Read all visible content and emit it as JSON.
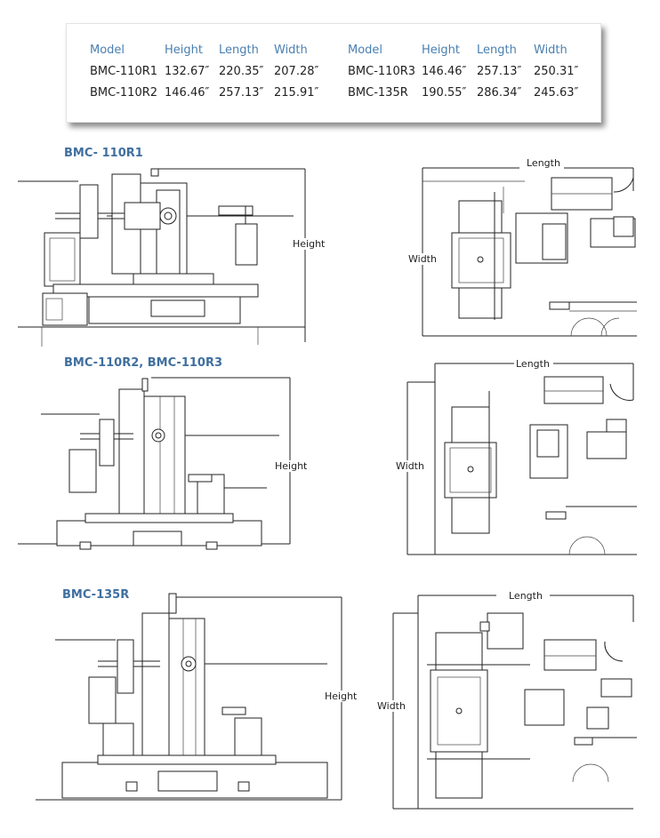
{
  "spec_table": {
    "headers": [
      "Model",
      "Height",
      "Length",
      "Width"
    ],
    "left_rows": [
      [
        "BMC-110R1",
        "132.67″",
        "220.35″",
        "207.28″"
      ],
      [
        "BMC-110R2",
        "146.46″",
        "257.13″",
        "215.91″"
      ]
    ],
    "right_rows": [
      [
        "BMC-110R3",
        "146.46″",
        "257.13″",
        "250.31″"
      ],
      [
        "BMC-135R",
        "190.55″",
        "286.34″",
        "245.63″"
      ]
    ]
  },
  "sections": [
    {
      "title": "BMC- 110R1",
      "height_label": "Height",
      "length_label": "Length",
      "width_label": "Width"
    },
    {
      "title": "BMC-110R2, BMC-110R3",
      "height_label": "Height",
      "length_label": "Length",
      "width_label": "Width"
    },
    {
      "title": "BMC-135R",
      "height_label": "Height",
      "length_label": "Length",
      "width_label": "Width"
    }
  ],
  "colors": {
    "header_blue": "#4a7fb1",
    "title_blue": "#3f6f9f"
  }
}
